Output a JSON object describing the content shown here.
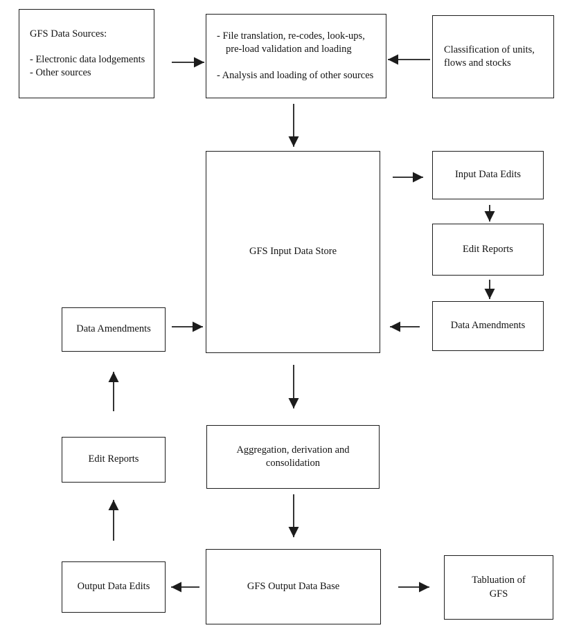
{
  "diagram_title": "GFS data processing flowchart",
  "colors": {
    "background": "#ffffff",
    "line": "#1c1c1c",
    "text": "#121212",
    "box_fill": "#ffffff"
  },
  "boxes": {
    "sources": {
      "title": "GFS Data Sources:",
      "items": [
        "- Electronic data lodgements",
        "- Other sources"
      ]
    },
    "processing": {
      "items": [
        "- File translation, re-codes, look-ups, pre-load validation and loading",
        "- Analysis and loading of other sources"
      ]
    },
    "classification": {
      "label": "Classification of units, flows and stocks"
    },
    "input_store": {
      "label": "GFS Input Data Store"
    },
    "input_data_edits": {
      "label": "Input Data Edits"
    },
    "edit_reports_right": {
      "label": "Edit Reports"
    },
    "data_amendments_right": {
      "label": "Data Amendments"
    },
    "data_amendments_left": {
      "label": "Data Amendments"
    },
    "edit_reports_left": {
      "label": "Edit Reports"
    },
    "aggregation": {
      "label": "Aggregation, derivation and consolidation"
    },
    "output_data_edits": {
      "label": "Output Data Edits"
    },
    "output_base": {
      "label": "GFS Output Data Base"
    },
    "tabulation": {
      "lines": [
        "Tabluation of",
        "GFS"
      ]
    }
  },
  "connections": [
    {
      "from": "GFS Data Sources",
      "to": "File translation / loading"
    },
    {
      "from": "Classification of units, flows and stocks",
      "to": "File translation / loading"
    },
    {
      "from": "File translation / loading",
      "to": "GFS Input Data Store"
    },
    {
      "from": "GFS Input Data Store",
      "to": "Input Data Edits"
    },
    {
      "from": "Input Data Edits",
      "to": "Edit Reports (right)"
    },
    {
      "from": "Edit Reports (right)",
      "to": "Data Amendments (right)"
    },
    {
      "from": "Data Amendments (right)",
      "to": "GFS Input Data Store"
    },
    {
      "from": "Data Amendments (left)",
      "to": "GFS Input Data Store"
    },
    {
      "from": "GFS Input Data Store",
      "to": "Aggregation, derivation and consolidation"
    },
    {
      "from": "Aggregation, derivation and consolidation",
      "to": "GFS Output Data Base"
    },
    {
      "from": "GFS Output Data Base",
      "to": "Output Data Edits"
    },
    {
      "from": "GFS Output Data Base",
      "to": "Tabluation of GFS"
    },
    {
      "from": "Output Data Edits",
      "to": "Edit Reports (left)"
    },
    {
      "from": "Edit Reports (left)",
      "to": "Data Amendments (left)"
    }
  ]
}
